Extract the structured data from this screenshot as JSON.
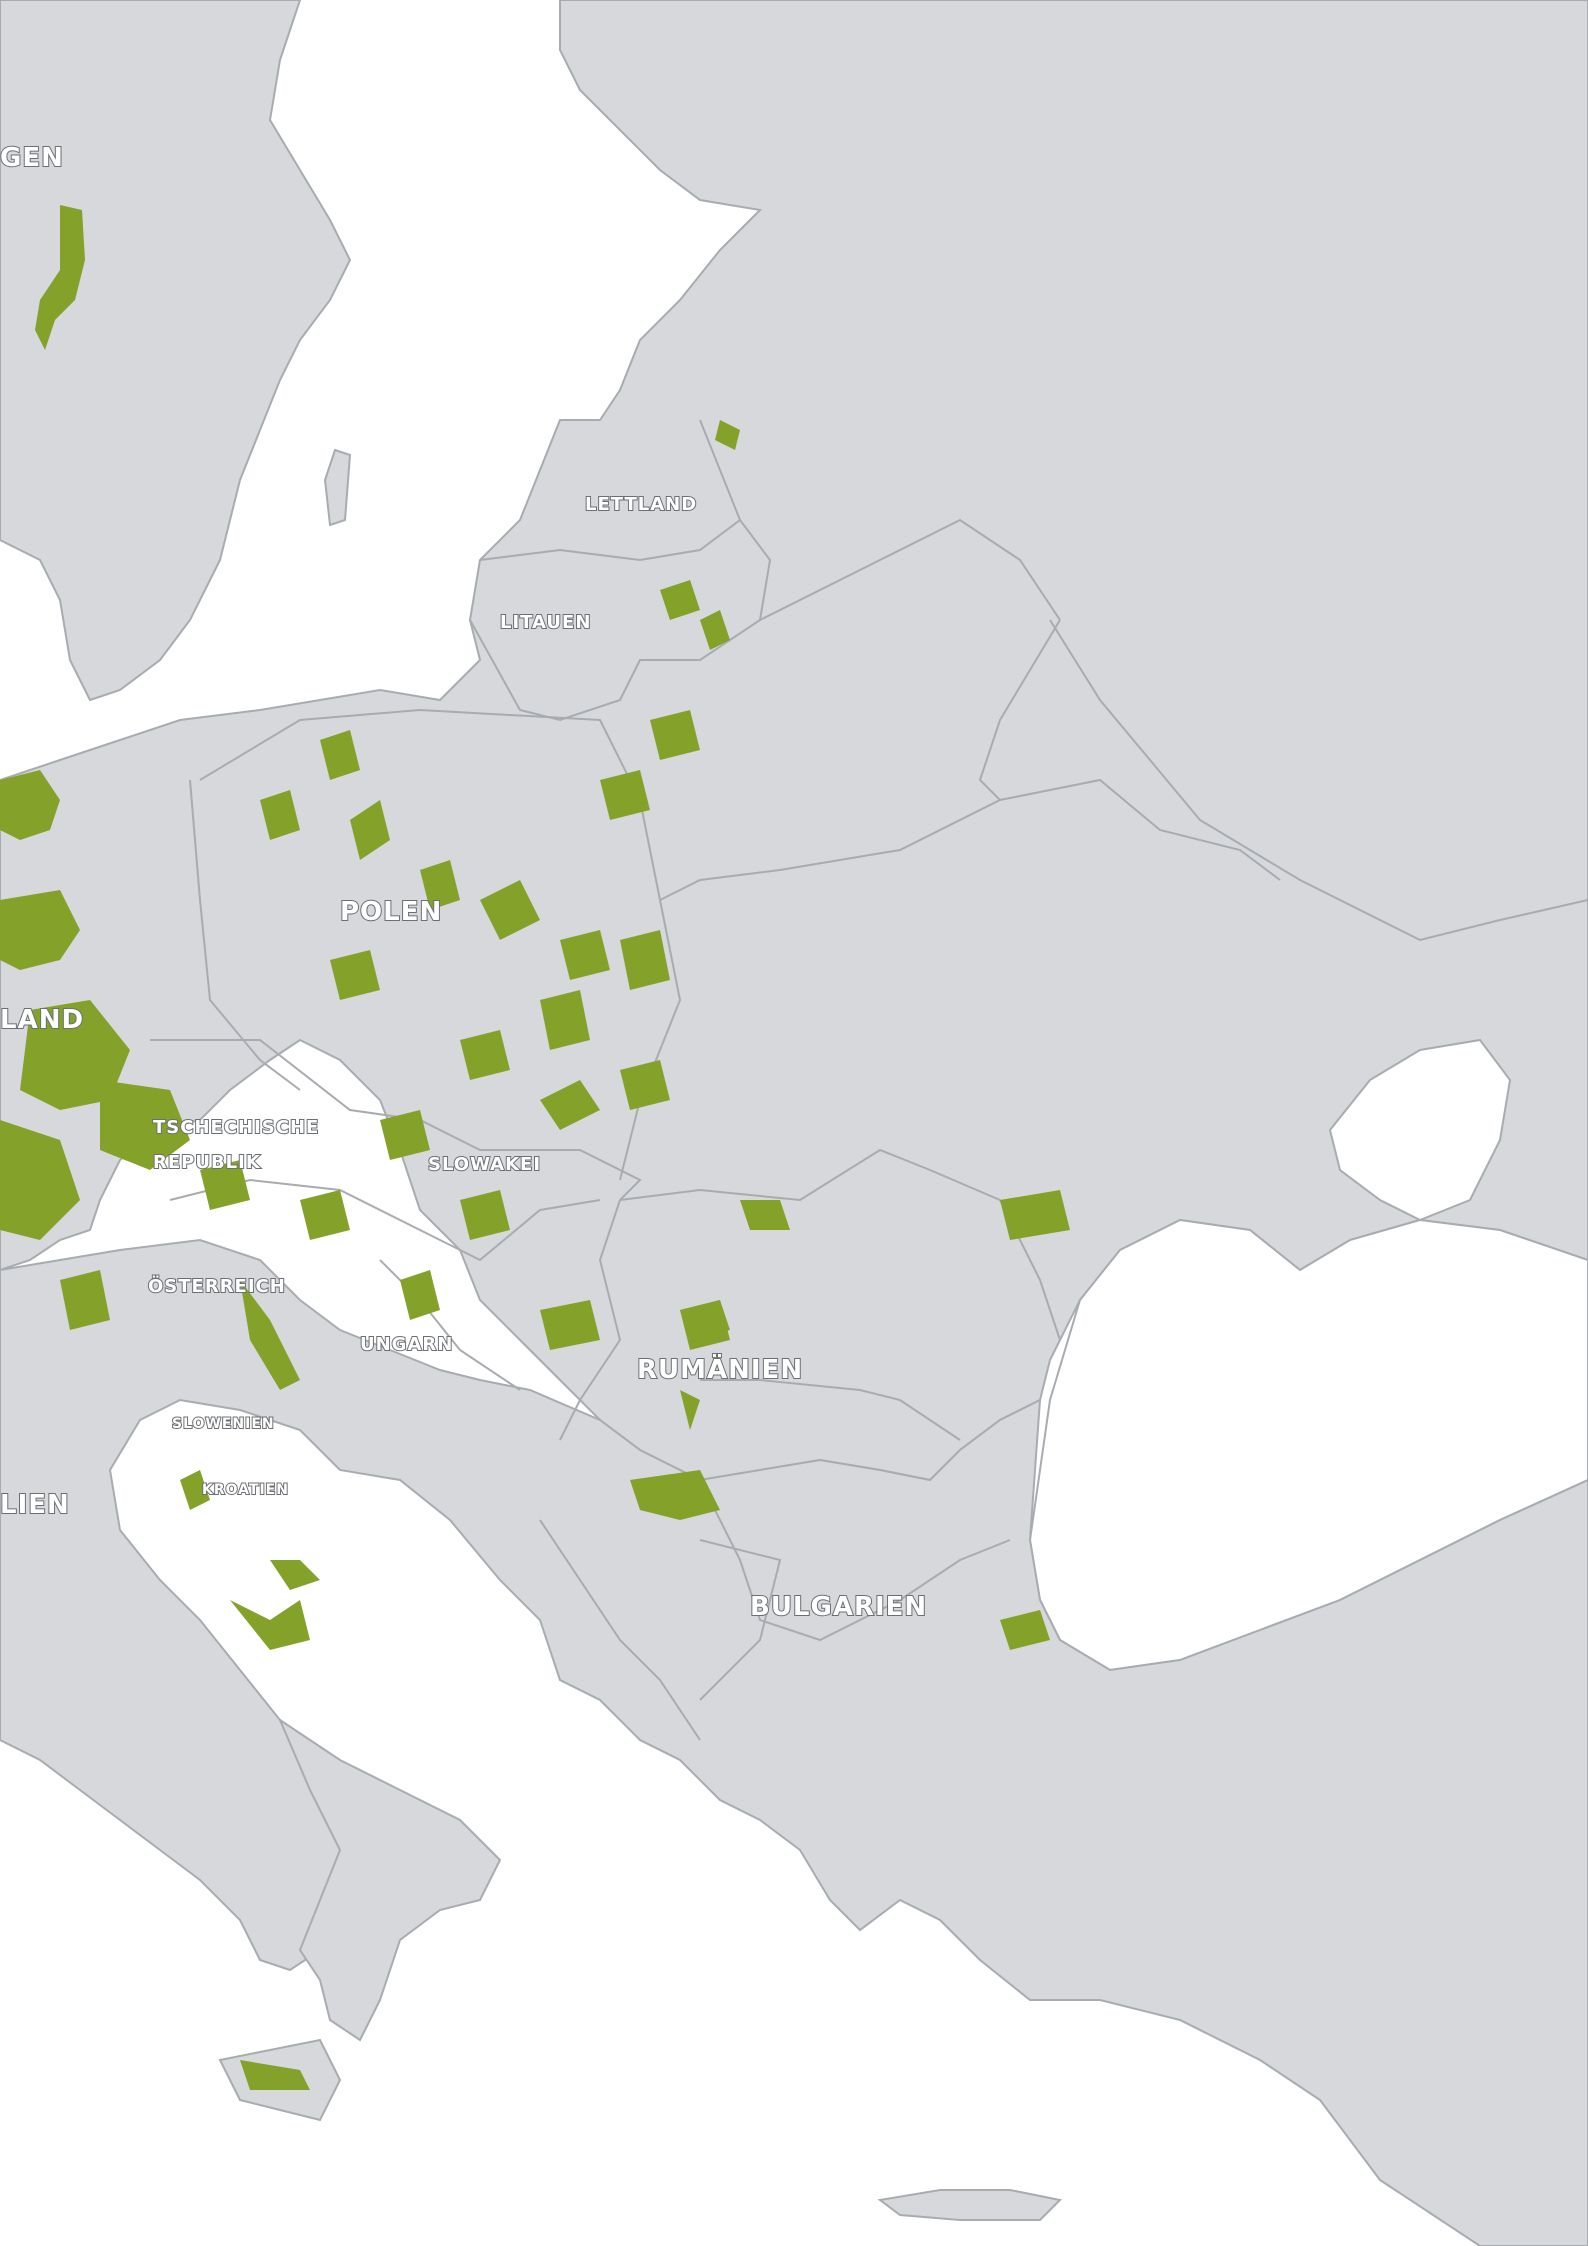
{
  "map": {
    "colors": {
      "land": "#d6d8db",
      "water": "#ffffff",
      "border": "#a8acb0",
      "protected_area": "#84a12a",
      "label_fill": "#ffffff",
      "label_outline": "#6b6f73"
    },
    "labels": {
      "norwegen_partial": "GEN",
      "lettland": "LETTLAND",
      "litauen": "LITAUEN",
      "polen": "POLEN",
      "deutschland_partial": "LAND",
      "tschechische_1": "TSCHECHISCHE",
      "tschechische_2": "REPUBLIK",
      "slowakei": "SLOWAKEI",
      "oesterreich": "ÖSTERREICH",
      "ungarn": "UNGARN",
      "rumaenien": "RUMÄNIEN",
      "slowenien": "SLOWENIEN",
      "kroatien": "KROATIEN",
      "italien_partial": "LIEN",
      "bulgarien": "BULGARIEN"
    }
  }
}
